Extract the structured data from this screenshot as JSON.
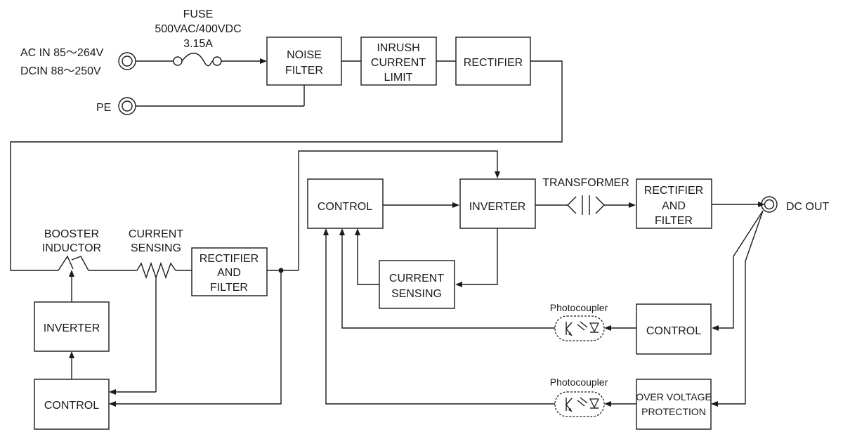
{
  "input": {
    "ac_in": "AC IN 85～264V",
    "dc_in": "DCIN 88～250V",
    "pe": "PE"
  },
  "fuse": {
    "title": "FUSE",
    "rating": "500VAC/400VDC",
    "current": "3.15A"
  },
  "blocks": {
    "noise_filter": [
      "NOISE",
      "FILTER"
    ],
    "inrush": [
      "INRUSH",
      "CURRENT",
      "LIMIT"
    ],
    "rectifier_top": [
      "RECTIFIER"
    ],
    "rectifier_filter_pfc": [
      "RECTIFIER",
      "AND",
      "FILTER"
    ],
    "inverter_pfc": [
      "INVERTER"
    ],
    "control_pfc": [
      "CONTROL"
    ],
    "control_main": [
      "CONTROL"
    ],
    "inverter_main": [
      "INVERTER"
    ],
    "current_sensing_main": [
      "CURRENT",
      "SENSING"
    ],
    "rectifier_filter_out": [
      "RECTIFIER",
      "AND",
      "FILTER"
    ],
    "control_fb": [
      "CONTROL"
    ],
    "ovp": [
      "OVER VOLTAGE",
      "PROTECTION"
    ]
  },
  "labels": {
    "booster_inductor": [
      "BOOSTER",
      "INDUCTOR"
    ],
    "current_sensing_pfc": [
      "CURRENT",
      "SENSING"
    ],
    "transformer": "TRANSFORMER",
    "photocoupler_1": "Photocoupler",
    "photocoupler_2": "Photocoupler",
    "dc_out": "DC OUT"
  }
}
